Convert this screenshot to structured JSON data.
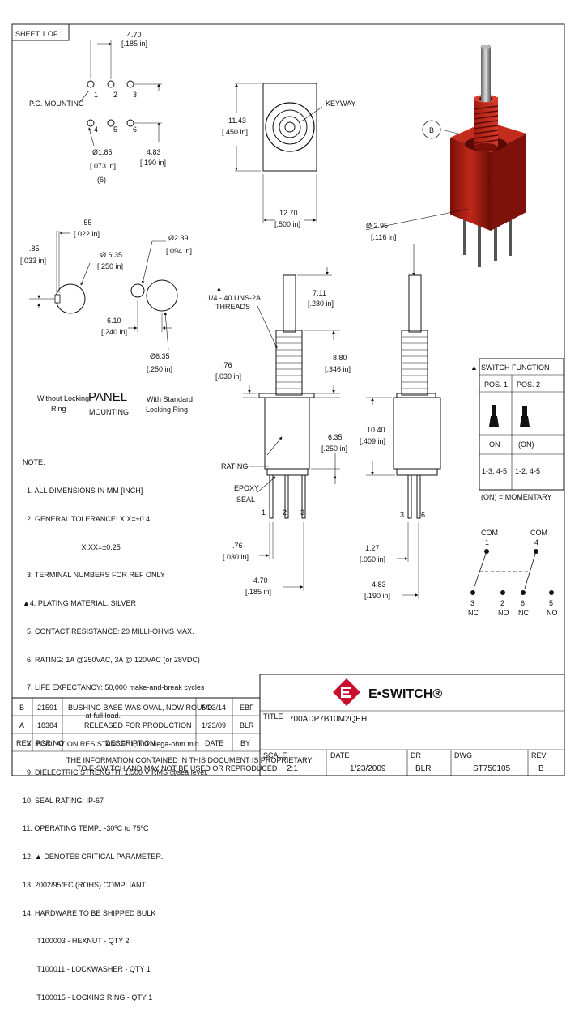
{
  "sheet": {
    "label": "SHEET 1 OF 1"
  },
  "pc_mounting": {
    "label": "P.C. MOUNTING",
    "width_mm": "4.70",
    "width_in": "[.185 in]",
    "hole_dia_mm": "Ø1.85",
    "hole_dia_in": "[.073 in]",
    "hole_count": "(6)",
    "height_mm": "4.83",
    "height_in": "[.190 in]",
    "pins_top": [
      "1",
      "2",
      "3"
    ],
    "pins_bottom": [
      "4",
      "5",
      "6"
    ]
  },
  "top_view": {
    "keyway": "KEYWAY",
    "height_mm": "11.43",
    "height_in": "[.450 in]",
    "width_mm": "12.70",
    "width_in": "[.500 in]"
  },
  "panel": {
    "d1_mm": ".55",
    "d1_in": "[.022 in]",
    "d2_mm": ".85",
    "d2_in": "[.033 in]",
    "d3_mm": "Ø 6.35",
    "d3_in": "[.250 in]",
    "d4_mm": "Ø2.39",
    "d4_in": "[.094 in]",
    "d5_mm": "6.10",
    "d5_in": "[.240 in]",
    "d6_mm": "Ø6.35",
    "d6_in": "[.250 in]",
    "title_1": "PANEL",
    "title_2": "MOUNTING",
    "left_caption_1": "Without Locking",
    "left_caption_2": "Ring",
    "right_caption_1": "With Standard",
    "right_caption_2": "Locking Ring"
  },
  "side_view": {
    "threads_1": "1/4 - 40 UNS-2A",
    "threads_2": "THREADS",
    "d711_mm": "7.11",
    "d711_in": "[.280 in]",
    "d880_mm": "8.80",
    "d880_in": "[.346 in]",
    "d76_mm": ".76",
    "d76_in": "[.030 in]",
    "d635_mm": "6.35",
    "d635_in": "[.250 in]",
    "rating": "RATING",
    "epoxy_1": "EPOXY",
    "epoxy_2": "SEAL",
    "pins": [
      "1",
      "2",
      "3"
    ],
    "bot_d76_mm": ".76",
    "bot_d76_in": "[.030 in]",
    "bot_d470_mm": "4.70",
    "bot_d470_in": "[.185 in]"
  },
  "front_view": {
    "d295_mm": "Ø 2.95",
    "d295_in": "[.116 in]",
    "d1040_mm": "10.40",
    "d1040_in": "[.409 in]",
    "pins": [
      "3",
      "6"
    ],
    "d127_mm": "1.27",
    "d127_in": "[.050 in]",
    "d483_mm": "4.83",
    "d483_in": "[.190 in]"
  },
  "iso_view": {
    "label_b": "B"
  },
  "switch_function": {
    "title": "SWITCH FUNCTION",
    "headers": [
      "POS. 1",
      "POS. 2"
    ],
    "row_states": [
      "ON",
      "(ON)"
    ],
    "row_conns": [
      "1-3, 4-5",
      "1-2, 4-5"
    ],
    "footnote": "(ON) = MOMENTARY"
  },
  "schematic": {
    "com_left": "COM",
    "com_left_n": "1",
    "com_right": "COM",
    "com_right_n": "4",
    "terminals": [
      {
        "n": "3",
        "t": "NC"
      },
      {
        "n": "2",
        "t": "NO"
      },
      {
        "n": "6",
        "t": "NC"
      },
      {
        "n": "5",
        "t": "NO"
      }
    ]
  },
  "notes": {
    "lines": [
      "NOTE:",
      "  1. ALL DIMENSIONS IN MM [INCH]",
      "  2. GENERAL TOLERANCE: X.X=±0.4",
      "                             X.XX=±0.25",
      "  3. TERMINAL NUMBERS FOR REF ONLY",
      "▲4. PLATING MATERIAL: SILVER",
      "  5. CONTACT RESISTANCE: 20 MILLI-OHMS MAX.",
      "  6. RATING: 1A @250VAC, 3A @ 120VAC (or 28VDC)",
      "  7. LIFE EXPECTANCY: 50,000 make-and-break cycles",
      "                               at full load.",
      "  8. INSULATION RESISTANCE: 1,000 Mega-ohm min.",
      "  9. DIELECTRIC STRENGTH: 1,500 V RMS @sea level.",
      "10. SEAL RATING: IP-67",
      "11. OPERATING TEMP.: -30ºC to 75ºC",
      "12. ▲ DENOTES CRITICAL PARAMETER.",
      "13. 2002/95/EC (ROHS) COMPLIANT.",
      "14. HARDWARE TO BE SHIPPED BULK",
      "       T100003 - HEXNUT - QTY 2",
      "       T100011 - LOCKWASHER - QTY 1",
      "       T100015 - LOCKING RING - QTY 1"
    ]
  },
  "revisions": {
    "rows": [
      {
        "rev": "B",
        "pcr": "21591",
        "desc": "BUSHING BASE WAS OVAL, NOW ROUND",
        "date": "5/23/14",
        "by": "EBF"
      },
      {
        "rev": "A",
        "pcr": "18384",
        "desc": "RELEASED FOR PRODUCTION",
        "date": "1/23/09",
        "by": "BLR"
      }
    ],
    "headers": {
      "rev": "REV",
      "pcr": "PCR NO",
      "desc": "DESCRIPTION",
      "date": "DATE",
      "by": "BY"
    },
    "disclaimer_1": "THE INFORMATION CONTAINED IN THIS DOCUMENT IS PROPRIETARY",
    "disclaimer_2": "TO E-SWITCH AND MAY NOT BE USED OR REPRODUCED"
  },
  "title_block": {
    "brand": "E•SWITCH®",
    "title_label": "TITLE",
    "title": "700ADP7B10M2QEH",
    "scale_label": "SCALE",
    "scale": "2:1",
    "date_label": "DATE",
    "date": "1/23/2009",
    "dr_label": "DR",
    "dr": "BLR",
    "dwg_label": "DWG",
    "dwg": "ST750105",
    "rev_label": "REV",
    "rev": "B"
  }
}
